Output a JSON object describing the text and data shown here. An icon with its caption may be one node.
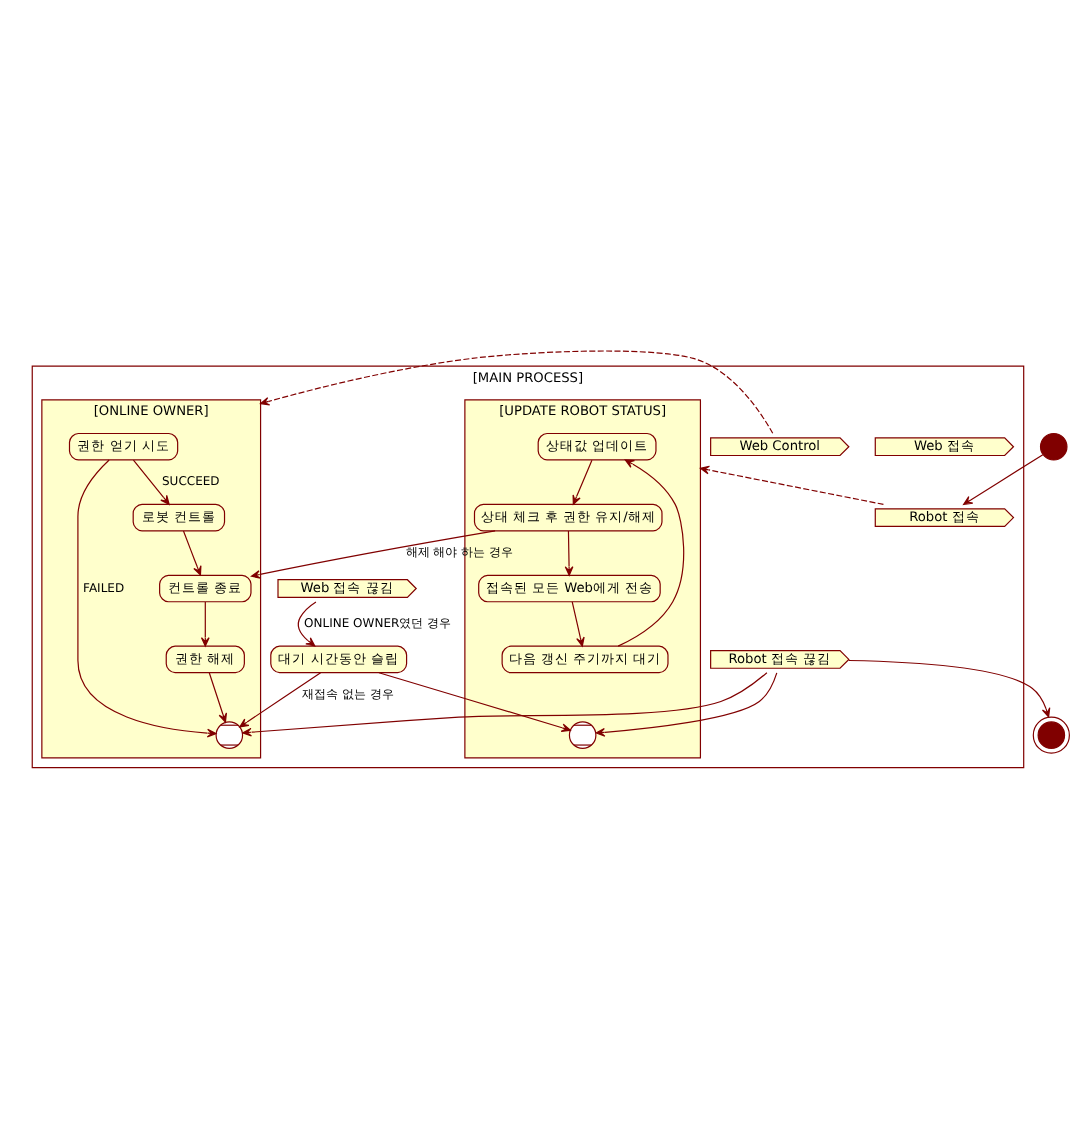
{
  "diagram": {
    "nodes": [
      {
        "text": [
          "[MAIN PROCESS]"
        ]
      },
      {
        "text": [
          "[UPDATE ROBOT STATUS]"
        ],
        "in": 0
      },
      {
        "text": [
          "상태값 업데이트"
        ],
        "in": 1
      },
      {
        "text": [
          "상태 체크 후 권한 유지/해제"
        ],
        "in": 1
      },
      {
        "text": [
          "접속된 모든 Web에게 전송"
        ],
        "in": 1
      },
      {
        "text": [
          "다음 갱신 주기까지 대기"
        ],
        "in": 1
      },
      {
        "text": [],
        "shape": "circle",
        "in": 1
      },
      {
        "text": [
          "Robot 접속"
        ],
        "in": 0
      },
      {
        "text": [],
        "shape": "circle"
      },
      {
        "text": [
          "Robot 접속 끊김"
        ],
        "in": 0
      },
      {
        "text": [],
        "shape": "circle"
      },
      {
        "text": [
          "[ONLINE OWNER]"
        ],
        "in": 0
      },
      {
        "text": [
          "권한 얻기 시도"
        ],
        "in": 11
      },
      {
        "text": [
          "로봇 컨트롤"
        ],
        "in": 11
      },
      {
        "text": [
          "컨트롤 종료"
        ],
        "in": 11
      },
      {
        "text": [
          "권한 해제"
        ],
        "in": 11
      },
      {
        "text": [],
        "shape": "circle",
        "in": 11
      },
      {
        "text": [
          "Web 접속"
        ],
        "in": 0
      },
      {
        "text": [
          "Web Control"
        ],
        "in": 0
      },
      {
        "text": [
          "Web 접속 끊김"
        ],
        "in": 0
      },
      {
        "text": [
          "대기 시간동안 슬립"
        ],
        "in": 0
      }
    ],
    "edges": [
      {
        "from": 8,
        "to": 7,
        "arrow": "to"
      },
      {
        "from": 7,
        "to": 1,
        "arrow": "to",
        "style": "dashed"
      },
      {
        "from": 9,
        "to": 10,
        "arrow": "to"
      },
      {
        "from": 2,
        "to": 3,
        "arrow": "to"
      },
      {
        "from": 3,
        "to": 4,
        "arrow": "to"
      },
      {
        "from": 4,
        "to": 5,
        "arrow": "to"
      },
      {
        "from": 5,
        "to": 2,
        "arrow": "to"
      },
      {
        "from": 9,
        "to": 6,
        "arrow": "to"
      },
      {
        "from": 9,
        "to": 16,
        "arrow": "to"
      },
      {
        "from": 3,
        "to": 14,
        "arrow": "to",
        "label": "해제 해야 하는 경우"
      },
      {
        "from": 12,
        "to": 13,
        "arrow": "to",
        "label": "SUCCEED"
      },
      {
        "from": 12,
        "to": 16,
        "arrow": "to",
        "label": "FAILED"
      },
      {
        "from": 13,
        "to": 14,
        "arrow": "to"
      },
      {
        "from": 14,
        "to": 15,
        "arrow": "to"
      },
      {
        "from": 15,
        "to": 16,
        "arrow": "to"
      },
      {
        "from": 18,
        "to": 11,
        "arrow": "to",
        "style": "dashed"
      },
      {
        "from": 19,
        "to": 20,
        "arrow": "to",
        "label": "ONLINE OWNER였던 경우"
      },
      {
        "from": 20,
        "to": 16,
        "arrow": "to",
        "label": "재접속 없는 경우"
      },
      {
        "from": 20,
        "to": 6,
        "arrow": "to"
      }
    ]
  }
}
